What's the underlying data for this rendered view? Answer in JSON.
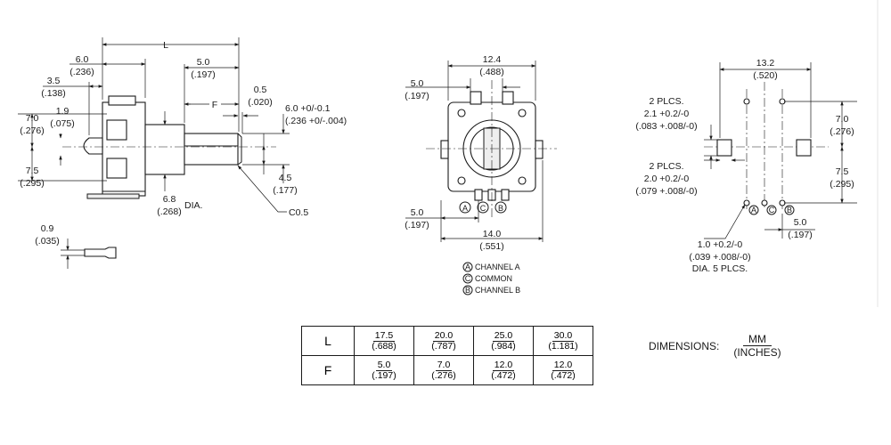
{
  "side_view": {
    "L": "L",
    "L_a": "6.0",
    "L_a_in": "(.236)",
    "L_b": "3.5",
    "L_b_in": "(.138)",
    "L_c": "5.0",
    "L_c_in": "(.197)",
    "F": "F",
    "gap": "0.5",
    "gap_in": "(.020)",
    "shaft": "6.0 +0/-0.1",
    "shaft_in": "(.236 +0/-.004)",
    "h1": "7.0",
    "h1_in": "(.276)",
    "h2": "1.9",
    "h2_in": "(.075)",
    "h3": "7.5",
    "h3_in": "(.295)",
    "flat": "4.5",
    "flat_in": "(.177)",
    "dia": "6.8",
    "dia_in": "(.268)",
    "dia_suffix": "DIA.",
    "chamfer": "C0.5",
    "pin": "0.9",
    "pin_in": "(.035)"
  },
  "front_view": {
    "width": "12.4",
    "width_in": "(.488)",
    "top": "5.0",
    "top_in": "(.197)",
    "bottom": "5.0",
    "bottom_in": "(.197)",
    "pins": "14.0",
    "pins_in": "(.551)",
    "pin_a": "A",
    "pin_c": "C",
    "pin_b": "B",
    "legend": [
      {
        "key": "A",
        "label": "CHANNEL A"
      },
      {
        "key": "C",
        "label": "COMMON"
      },
      {
        "key": "B",
        "label": "CHANNEL B"
      }
    ]
  },
  "pcb_view": {
    "width": "13.2",
    "width_in": "(.520)",
    "plcs1_title": "2 PLCS.",
    "plcs1": "2.1 +0.2/-0",
    "plcs1_in": "(.083 +.008/-0)",
    "plcs2_title": "2 PLCS.",
    "plcs2": "2.0 +0.2/-0",
    "plcs2_in": "(.079 +.008/-0)",
    "h1": "7.0",
    "h1_in": "(.276)",
    "h2": "7.5",
    "h2_in": "(.295)",
    "spacing": "5.0",
    "spacing_in": "(.197)",
    "holes": "1.0 +0.2/-0",
    "holes_in": "(.039 +.008/-0)",
    "holes_note": "DIA. 5 PLCS.",
    "pin_a": "A",
    "pin_c": "C",
    "pin_b": "B"
  },
  "table": {
    "rows": [
      {
        "label": "L",
        "values": [
          [
            "17.5",
            "(.688)"
          ],
          [
            "20.0",
            "(.787)"
          ],
          [
            "25.0",
            "(.984)"
          ],
          [
            "30.0",
            "(1.181)"
          ]
        ]
      },
      {
        "label": "F",
        "values": [
          [
            "5.0",
            "(.197)"
          ],
          [
            "7.0",
            "(.276)"
          ],
          [
            "12.0",
            "(.472)"
          ],
          [
            "12.0",
            "(.472)"
          ]
        ]
      }
    ]
  },
  "dimensions": {
    "label": "DIMENSIONS:",
    "unit_top": "MM",
    "unit_bottom": "(INCHES)"
  }
}
